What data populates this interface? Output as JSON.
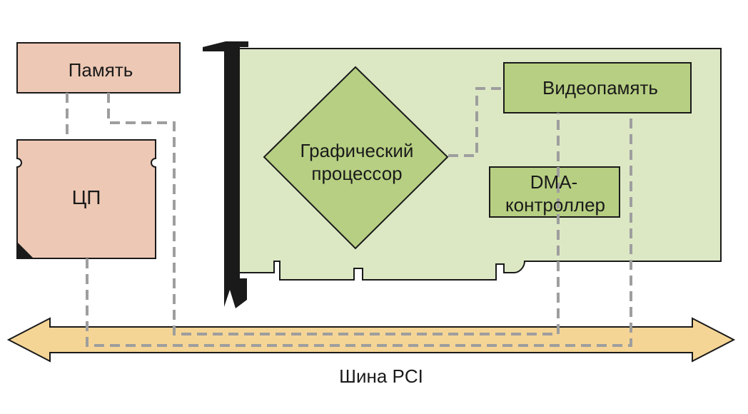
{
  "labels": {
    "memory": "Память",
    "cpu": "ЦП",
    "gpu_line1": "Графический",
    "gpu_line2": "процессор",
    "vram": "Видеопамять",
    "dma_line1": "DMA-",
    "dma_line2": "контроллер",
    "bus": "Шина PCI"
  },
  "colors": {
    "memory_cpu_fill": "#edc8b4",
    "card_fill": "#dce8c4",
    "component_fill": "#b7cf82",
    "bus_fill": "#f5d595",
    "bracket": "#1a1a1a",
    "connection": "#9e9e9e"
  }
}
